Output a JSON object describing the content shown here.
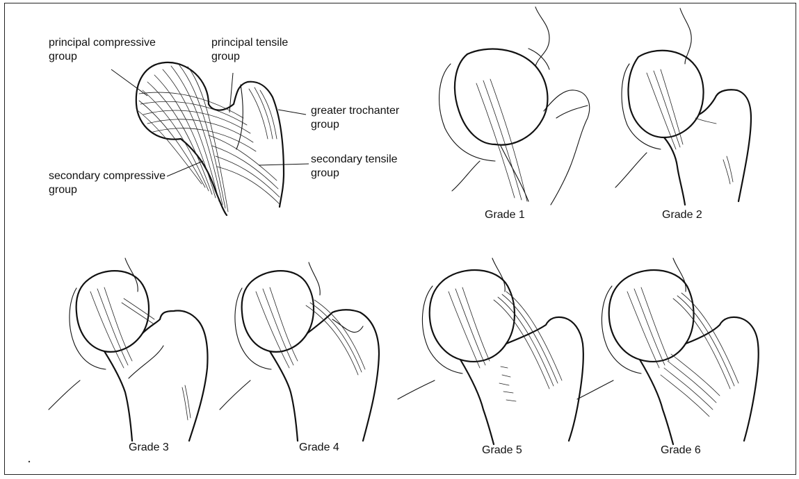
{
  "figure": {
    "labels": {
      "principal_compressive": "principal compressive\ngroup",
      "principal_tensile": "principal tensile\ngroup",
      "greater_trochanter": "greater trochanter\ngroup",
      "secondary_compressive": "secondary compressive\ngroup",
      "secondary_tensile": "secondary tensile\ngroup"
    },
    "grades": [
      {
        "label": "Grade 1"
      },
      {
        "label": "Grade 2"
      },
      {
        "label": "Grade 3"
      },
      {
        "label": "Grade 4"
      },
      {
        "label": "Grade 5"
      },
      {
        "label": "Grade 6"
      }
    ]
  }
}
